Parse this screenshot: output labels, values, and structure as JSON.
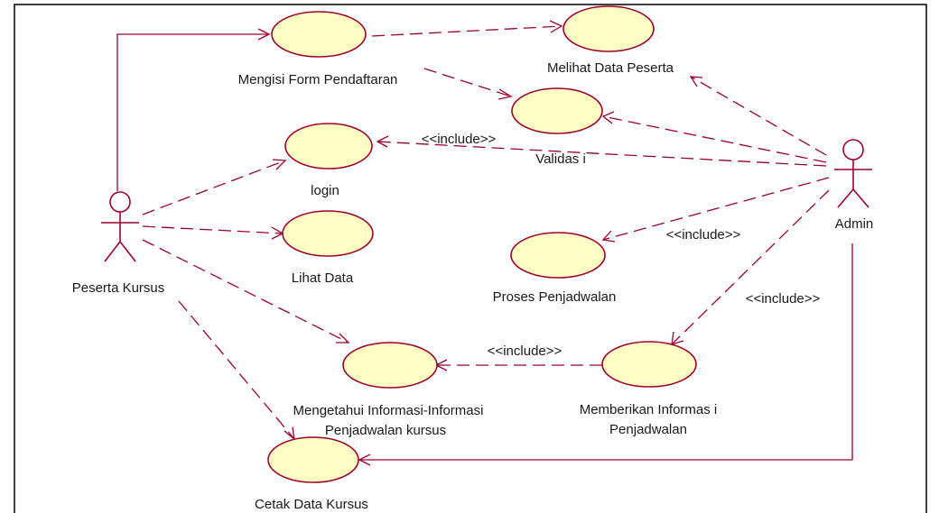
{
  "actors": {
    "peserta": {
      "label": "Peserta Kursus"
    },
    "admin": {
      "label": "Admin"
    }
  },
  "use_cases": {
    "mengisi_form": {
      "label": "Mengisi Form Pendaftaran"
    },
    "melihat_data_peserta": {
      "label": "Melihat Data Peserta"
    },
    "validasi": {
      "label": "Validas i"
    },
    "login": {
      "label": "login"
    },
    "lihat_data": {
      "label": "Lihat Data"
    },
    "proses_penjadwalan": {
      "label": "Proses  Penjadwalan"
    },
    "mengetahui_informasi": {
      "lines": [
        "Mengetahui Informasi-Informasi",
        "Penjadwalan kursus"
      ]
    },
    "memberikan_informasi": {
      "lines": [
        "Memberikan Informas i",
        "Penjadwalan"
      ]
    },
    "cetak_data_kursus": {
      "label": "Cetak Data Kursus"
    }
  },
  "stereotypes": {
    "include_login": "<<include>>",
    "include_proses": "<<include>>",
    "include_memberikan": "<<include>>",
    "include_mengetahui": "<<include>>"
  },
  "colors": {
    "line": "#a0002e",
    "usecase_fill": "#ffffc4",
    "text": "#1a1a1a",
    "frame": "#000000"
  }
}
